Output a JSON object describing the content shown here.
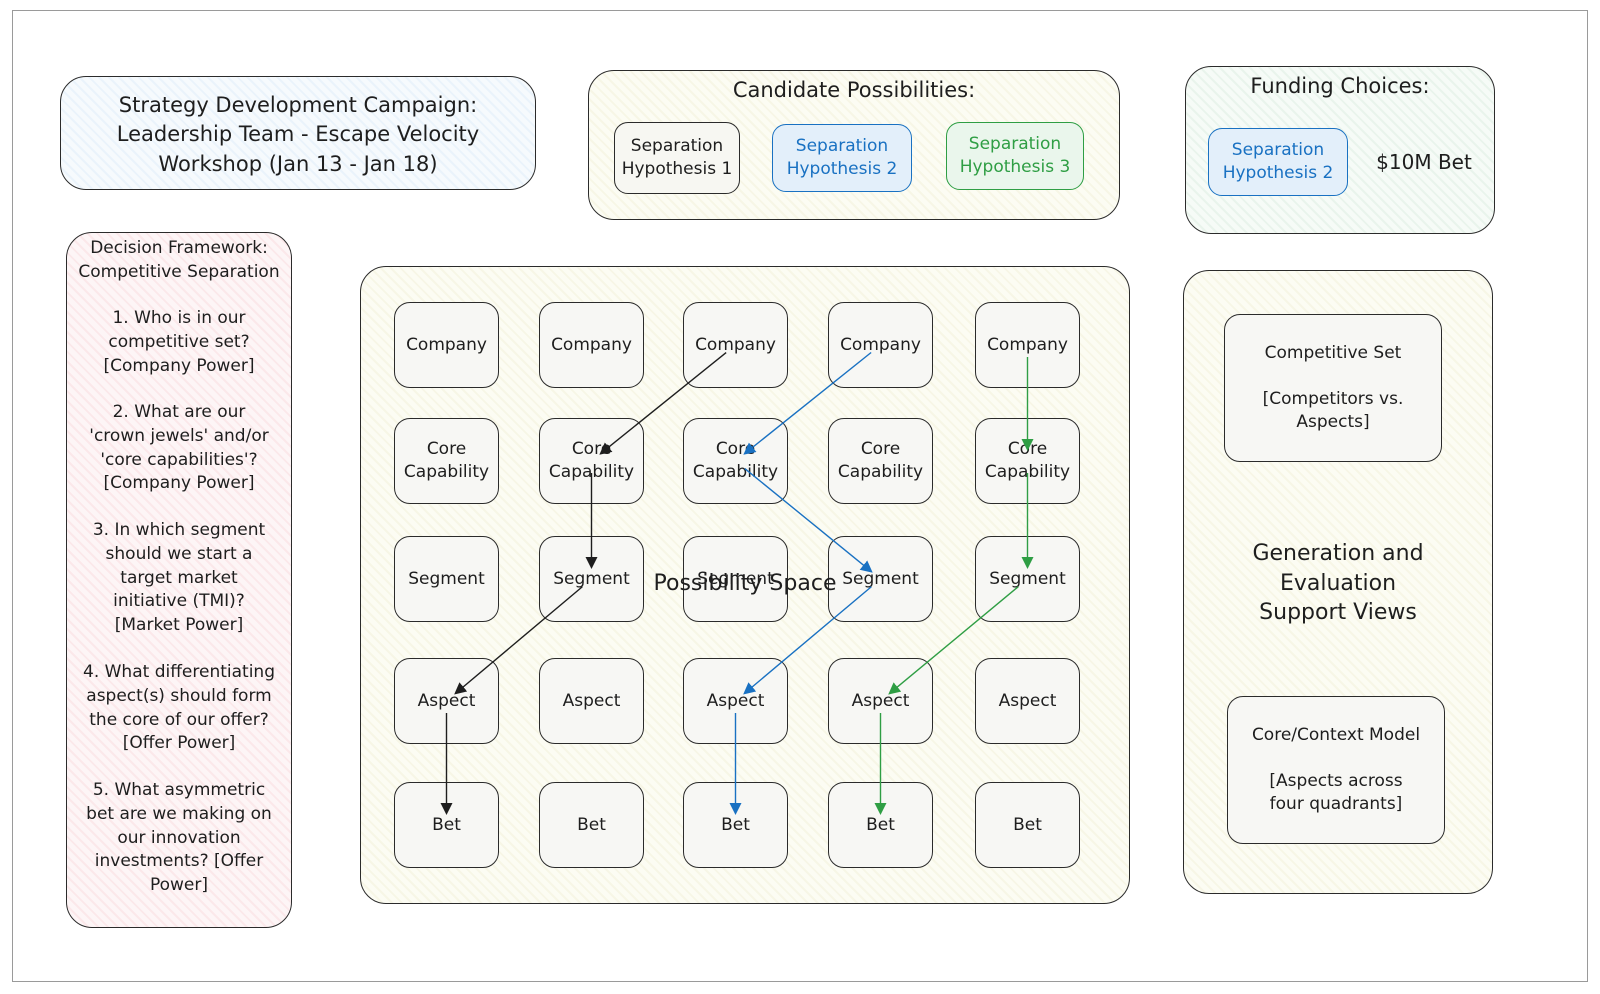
{
  "title_box": {
    "text": "Strategy Development Campaign:\nLeadership Team - Escape Velocity\nWorkshop (Jan 13 - Jan 18)"
  },
  "candidates": {
    "title": "Candidate Possibilities:",
    "items": [
      {
        "label": "Separation\nHypothesis 1",
        "color": "#1e1e1e"
      },
      {
        "label": "Separation\nHypothesis 2",
        "color": "#1971c2"
      },
      {
        "label": "Separation\nHypothesis 3",
        "color": "#2f9e44"
      }
    ]
  },
  "funding": {
    "title": "Funding Choices:",
    "hypothesis": "Separation\nHypothesis 2",
    "bet": "$10M Bet"
  },
  "framework": {
    "title": "Decision Framework:\nCompetitive Separation",
    "questions": [
      "1. Who is in our\ncompetitive set?\n[Company Power]",
      "2. What are our\n'crown jewels' and/or\n'core capabilities'?\n[Company Power]",
      "3. In which segment\nshould we start a\ntarget market\ninitiative (TMI)?\n[Market Power]",
      "4. What differentiating\naspect(s) should form\nthe core of our offer?\n[Offer Power]",
      "5. What asymmetric\nbet are we making on\nour innovation\ninvestments? [Offer\nPower]"
    ]
  },
  "possibility_space": {
    "label": "Possibility Space",
    "rows": [
      "Company",
      "Core\nCapability",
      "Segment",
      "Aspect",
      "Bet"
    ]
  },
  "support": {
    "competitive_set": "Competitive Set\n\n[Competitors vs.\nAspects]",
    "heading": "Generation and\nEvaluation\nSupport Views",
    "core_context": "Core/Context Model\n\n[Aspects across\nfour quadrants]"
  },
  "paths": {
    "colors": {
      "black": "#1e1e1e",
      "blue": "#1971c2",
      "green": "#2f9e44"
    },
    "black": [
      [
        2,
        0
      ],
      [
        1,
        1
      ],
      [
        1,
        2
      ],
      [
        0,
        3
      ],
      [
        0,
        4
      ]
    ],
    "blue": [
      [
        3,
        0
      ],
      [
        2,
        1
      ],
      [
        3,
        2
      ],
      [
        2,
        3
      ],
      [
        2,
        4
      ]
    ],
    "green": [
      [
        4,
        0
      ],
      [
        4,
        1
      ],
      [
        4,
        2
      ],
      [
        3,
        3
      ],
      [
        3,
        4
      ]
    ]
  }
}
